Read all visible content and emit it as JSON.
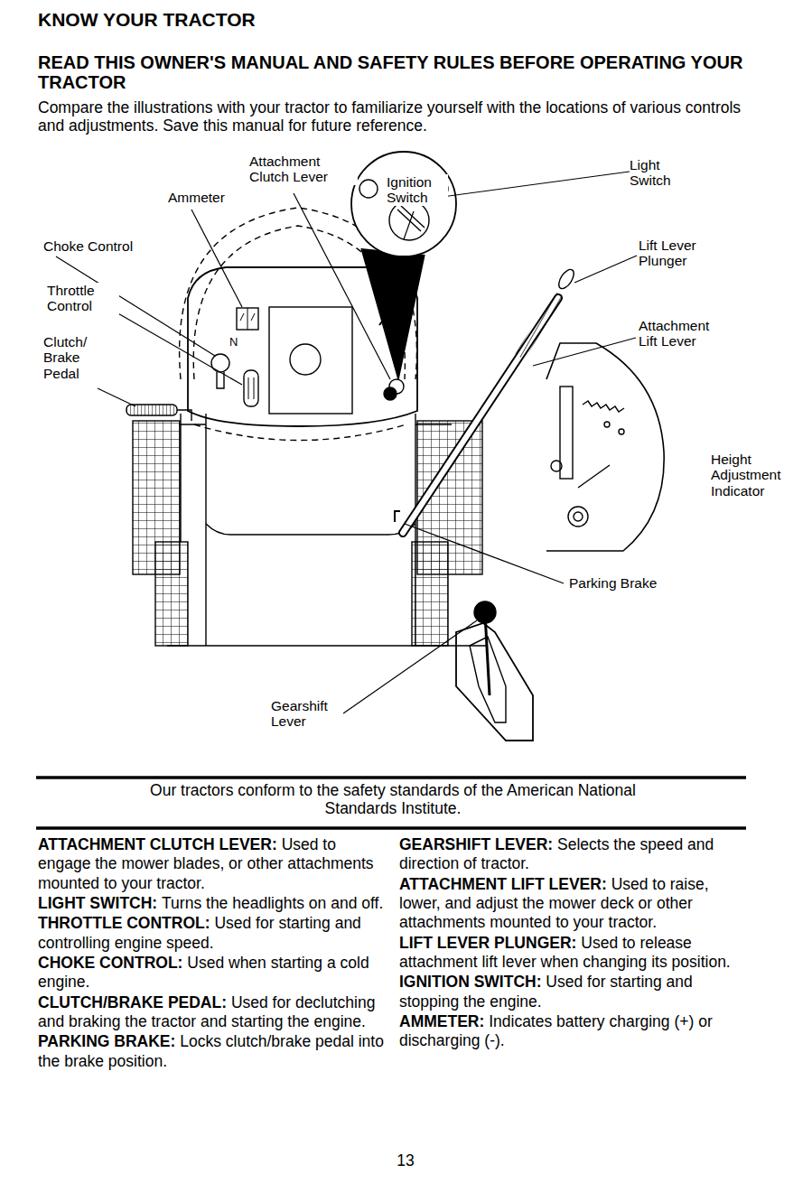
{
  "diagram": {
    "title": "KNOW YOUR TRACTOR",
    "labels": [
      "READ THIS OWNER'S MANUAL AND SAFETY RULES BEFORE OPERATING YOUR TRACTOR",
      "Compare the illustrations with your tractor to familiarize yourself with the locations of various controls and adjustments. Save this manual for future reference.",
      "Attachment Clutch Lever",
      "Ammeter",
      "Ignition Switch",
      "Light Switch",
      "Choke Control",
      "Lift Lever Plunger",
      "Throttle Control",
      "Attachment Lift Lever",
      "Clutch/ Brake Pedal",
      "N",
      "Height Adjustment Indicator",
      "Parking Brake",
      "Gearshift Lever",
      "Our tractors conform to the safety standards of the American National Standards Institute.",
      "ATTACHMENT CLUTCH LEVER:",
      "Used to engage the mower blades, or other attachments mounted to your tractor.",
      "LIGHT SWITCH:",
      "Turns the headlights on and off.",
      "THROTTLE CONTROL:",
      "Used for starting and controlling engine speed.",
      "CHOKE CONTROL:",
      "Used when starting a cold engine.",
      "CLUTCH/BRAKE PEDAL:",
      "Used for declutching and braking the tractor and starting the engine.",
      "PARKING BRAKE:",
      "Locks clutch/brake pedal into the brake position.",
      "GEARSHIFT LEVER:",
      "Selects the speed and direction of tractor.",
      "ATTACHMENT LIFT LEVER:",
      "Used to raise, lower, and adjust the mower deck or other attachments mounted to your tractor.",
      "LIFT LEVER PLUNGER:",
      "Used to release attachment lift lever when changing its position.",
      "IGNITION SWITCH:",
      "Used for starting and stopping the engine.",
      "AMMETER:",
      "Indicates battery charging (+) or discharging (-).",
      "13"
    ]
  }
}
